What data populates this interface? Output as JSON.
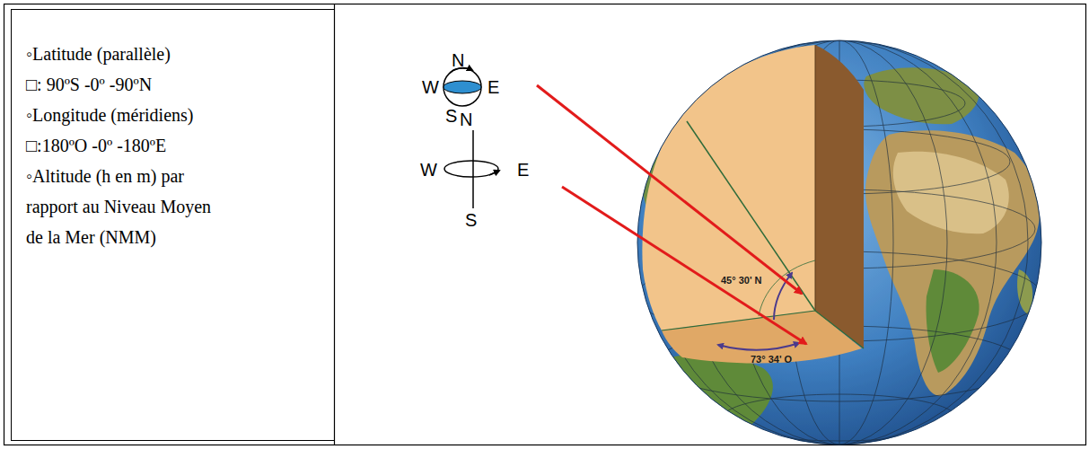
{
  "diagram": {
    "nodes": [
      {
        "text": [
          "◦Latitude (parallèle)",
          "□: 90ºS -0º -90ºN",
          "◦Longitude (méridiens)",
          "□:180ºO -0º -180ºE",
          "◦Altitude (h en m) par rapport au Niveau Moyen de la Mer (NMM)"
        ]
      }
    ],
    "labels": [
      "N",
      "W",
      "E",
      "S",
      "N",
      "W",
      "E",
      "S",
      "45° 30' N",
      "73° 34' O"
    ]
  }
}
